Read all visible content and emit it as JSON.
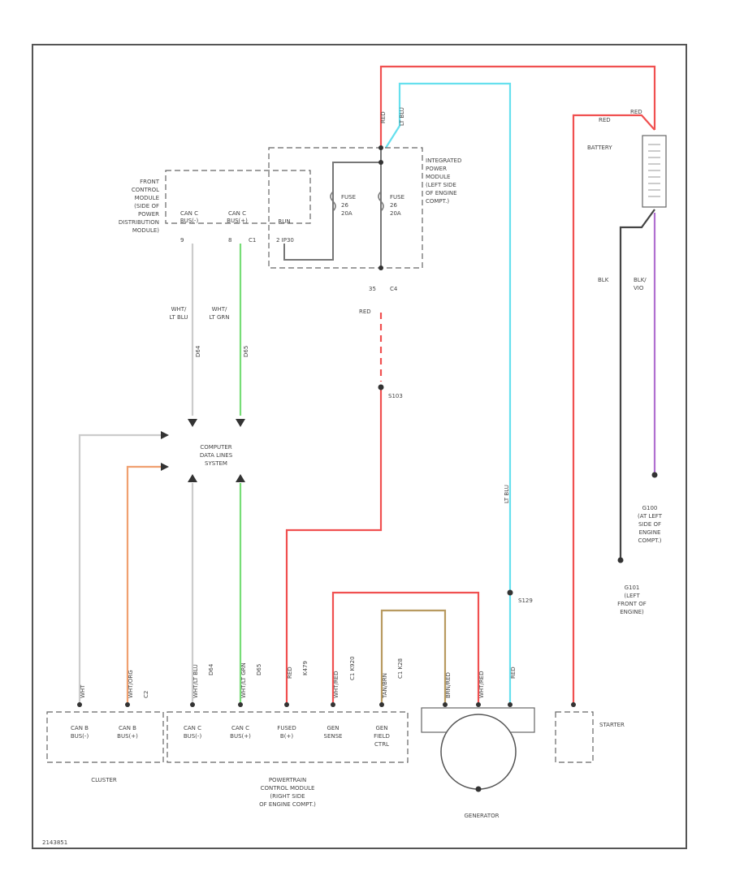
{
  "colors": {
    "red": "#f05050",
    "lt_blu": "#66e0ee",
    "lt_grn": "#77dd77",
    "gray": "#cccccc",
    "orange": "#f0a070",
    "tan": "#b89a60",
    "black": "#444444",
    "violet": "#b070d0"
  },
  "labels": {
    "front_control_module": [
      "FRONT",
      "CONTROL",
      "MODULE",
      "(SIDE OF",
      "POWER",
      "DISTRIBUTION",
      "MODULE)"
    ],
    "fcm_can_c_1": [
      "CAN C",
      "BUS(-)"
    ],
    "fcm_can_c_2": [
      "CAN C",
      "BUS(+)"
    ],
    "fcm_pin_9": "9",
    "fcm_pin_8": "8",
    "fcm_c1": "C1",
    "fcm_run": "RUN",
    "fcm_run_pins": "2   IP30",
    "fuse_1": [
      "FUSE",
      "26",
      "20A"
    ],
    "fuse_2": [
      "FUSE",
      "26",
      "20A"
    ],
    "ipm": [
      "INTEGRATED",
      "POWER",
      "MODULE",
      "(LEFT SIDE",
      "OF ENGINE",
      "COMPT.)"
    ],
    "red_top": "RED",
    "lt_blu_top": "LT BLU",
    "battery": "BATTERY",
    "red_bat_1": "RED",
    "red_bat_2": "RED",
    "blk_1": "BLK",
    "blk_vio": [
      "BLK/",
      "VIO"
    ],
    "ipm_pin": "35",
    "ipm_conn": "C4",
    "red_mid": "RED",
    "splice_s103": "S103",
    "wht_lt_blu": [
      "WHT/",
      "LT BLU"
    ],
    "wht_lt_grn": [
      "WHT/",
      "LT GRN"
    ],
    "d64": "D64",
    "d65": "D65",
    "computer_data_lines": [
      "COMPUTER",
      "DATA LINES",
      "SYSTEM"
    ],
    "g100": [
      "G100",
      "(AT LEFT",
      "SIDE OF",
      "ENGINE",
      "COMPT.)"
    ],
    "g101": [
      "G101",
      "(LEFT",
      "FRONT OF",
      "ENGINE)"
    ],
    "lt_blu_vert": "LT BLU",
    "splice_s129": "S129",
    "pcm_wire_labels": [
      "WHT/LT BLU",
      "D64",
      "WHT/LT GRN",
      "D65",
      "RED",
      "K479",
      "WHT/RED",
      "C1 K920",
      "TAN/BRN",
      "C1 K28",
      "BRN/RED",
      "WHT/RED",
      "RED"
    ],
    "cluster_wire_labels": [
      "WHT",
      "WHT/ORG",
      "C2"
    ],
    "cluster_can_1": [
      "CAN B",
      "BUS(-)"
    ],
    "cluster_can_2": [
      "CAN B",
      "BUS(+)"
    ],
    "pcm_can_1": [
      "CAN C",
      "BUS(-)"
    ],
    "pcm_can_2": [
      "CAN C",
      "BUS(+)"
    ],
    "pcm_fused": [
      "FUSED",
      "B(+)"
    ],
    "pcm_gen_sense": [
      "GEN",
      "SENSE"
    ],
    "pcm_gen_field": [
      "GEN",
      "FIELD",
      "CTRL"
    ],
    "cluster": "CLUSTER",
    "pcm": [
      "POWERTRAIN",
      "CONTROL MODULE",
      "(RIGHT SIDE",
      "OF ENGINE COMPT.)"
    ],
    "generator": "GENERATOR",
    "starter": "STARTER",
    "figure_id": "2143851"
  }
}
